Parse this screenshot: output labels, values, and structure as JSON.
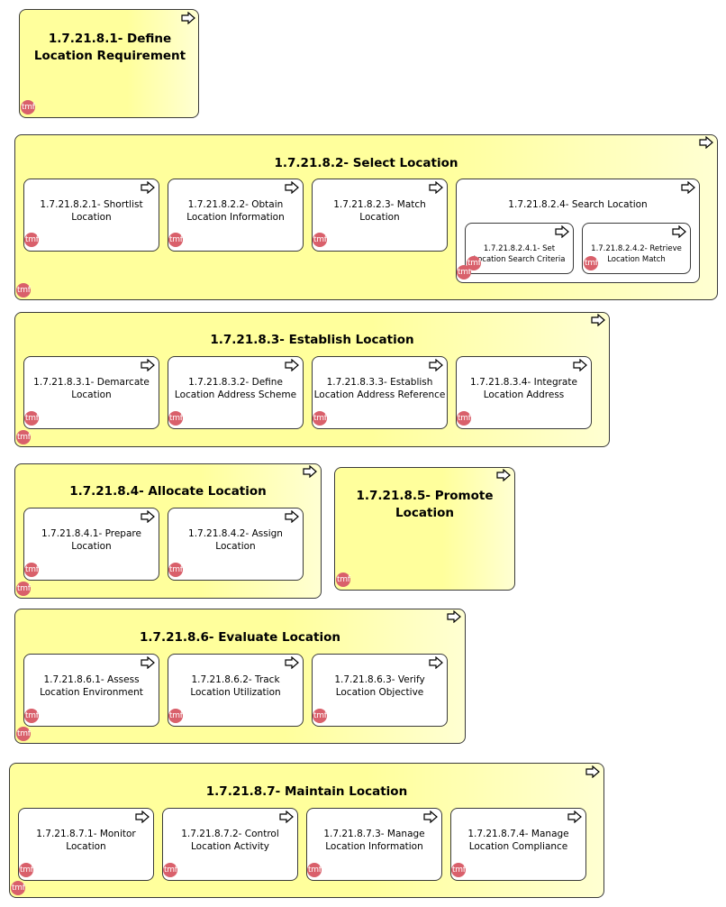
{
  "processes": {
    "p1": {
      "label": "1.7.21.8.1- Define Location Requirement"
    },
    "p2": {
      "label": "1.7.21.8.2- Select Location",
      "children": [
        {
          "label": "1.7.21.8.2.1- Shortlist Location"
        },
        {
          "label": "1.7.21.8.2.2- Obtain Location Information"
        },
        {
          "label": "1.7.21.8.2.3- Match Location"
        },
        {
          "label": "1.7.21.8.2.4- Search Location",
          "children": [
            {
              "label": "1.7.21.8.2.4.1- Set Location Search Criteria"
            },
            {
              "label": "1.7.21.8.2.4.2- Retrieve Location Match"
            }
          ]
        }
      ]
    },
    "p3": {
      "label": "1.7.21.8.3- Establish Location",
      "children": [
        {
          "label": "1.7.21.8.3.1- Demarcate Location"
        },
        {
          "label": "1.7.21.8.3.2- Define Location Address Scheme"
        },
        {
          "label": "1.7.21.8.3.3- Establish Location Address Reference"
        },
        {
          "label": "1.7.21.8.3.4- Integrate Location Address"
        }
      ]
    },
    "p4": {
      "label": "1.7.21.8.4- Allocate Location",
      "children": [
        {
          "label": "1.7.21.8.4.1- Prepare Location"
        },
        {
          "label": "1.7.21.8.4.2- Assign Location"
        }
      ]
    },
    "p5": {
      "label": "1.7.21.8.5- Promote Location"
    },
    "p6": {
      "label": "1.7.21.8.6- Evaluate Location",
      "children": [
        {
          "label": "1.7.21.8.6.1- Assess Location Environment"
        },
        {
          "label": "1.7.21.8.6.2- Track Location Utilization"
        },
        {
          "label": "1.7.21.8.6.3- Verify Location Objective"
        }
      ]
    },
    "p7": {
      "label": "1.7.21.8.7- Maintain Location",
      "children": [
        {
          "label": "1.7.21.8.7.1- Monitor Location"
        },
        {
          "label": "1.7.21.8.7.2- Control Location Activity"
        },
        {
          "label": "1.7.21.8.7.3- Manage Location Information"
        },
        {
          "label": "1.7.21.8.7.4- Manage Location Compliance"
        }
      ]
    }
  },
  "badge_text": "tmf",
  "icons": {
    "process": "process-arrow-icon",
    "badge": "tmf-logo-icon"
  },
  "colors": {
    "container_fill": "#ffff9c",
    "child_fill": "#ffffff",
    "badge": "#d9606b",
    "border": "#3a3a3a"
  }
}
